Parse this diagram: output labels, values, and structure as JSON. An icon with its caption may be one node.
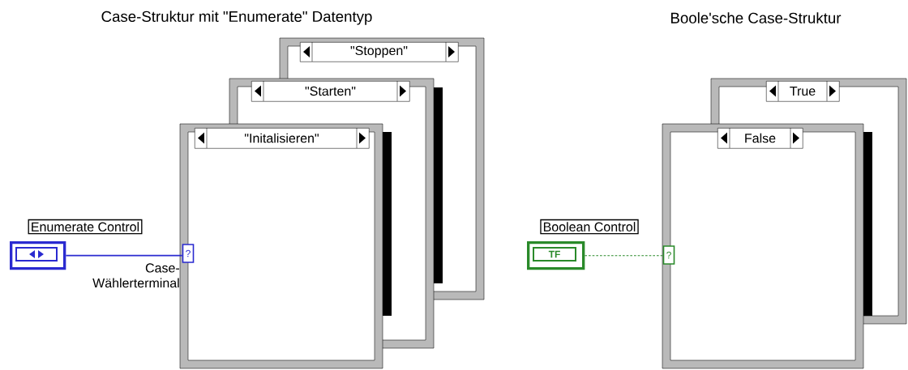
{
  "diagram": {
    "nodes": [
      {
        "text": [
          "\"Stoppen\""
        ]
      },
      {
        "text": [
          "\"Starten\""
        ]
      },
      {
        "text": [
          "\"Initalisieren\""
        ]
      },
      {
        "text": [
          "Enumerate Control"
        ]
      },
      {
        "text": [
          "?"
        ],
        "beside": [
          "Case- Wählerterminal"
        ]
      },
      {
        "text": [
          "True"
        ]
      },
      {
        "text": [
          "False"
        ]
      },
      {
        "text": [
          "Boolean Control",
          "TF"
        ]
      },
      {
        "text": [
          "?"
        ]
      }
    ],
    "edges": [
      {
        "from": 3,
        "to": 4,
        "arrow": "none",
        "color": "#2a2ad0"
      },
      {
        "from": 7,
        "to": 8,
        "arrow": "none",
        "style": "dashed",
        "color": "#2a8a2a"
      }
    ],
    "labels": [
      "Case-Struktur mit \"Enumerate\" Datentyp",
      "Boole'sche Case-Struktur"
    ]
  }
}
